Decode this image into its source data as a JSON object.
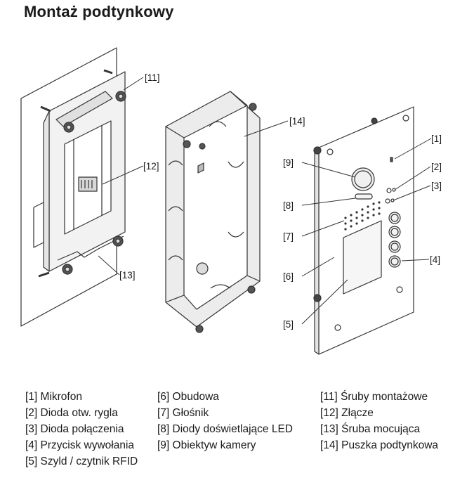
{
  "title": "Montaż podtynkowy",
  "callouts": [
    "[11]",
    "[12]",
    "[13]",
    "[14]",
    "[9]",
    "[8]",
    "[7]",
    "[6]",
    "[5]",
    "[1]",
    "[2]",
    "[3]",
    "[4]"
  ],
  "legend": {
    "col1": [
      "[1] Mikrofon",
      "[2] Dioda otw. rygla",
      "[3] Dioda połączenia",
      "[4] Przycisk wywołania",
      "[5] Szyld / czytnik RFID"
    ],
    "col2": [
      "[6] Obudowa",
      "[7] Głośnik",
      "[8] Diody doświetlające LED",
      "[9] Obiektyw kamery"
    ],
    "col3": [
      "[11] Śruby montażowe",
      "[12] Złącze",
      "[13] Śruba mocująca",
      "[14] Puszka podtynkowa"
    ]
  }
}
